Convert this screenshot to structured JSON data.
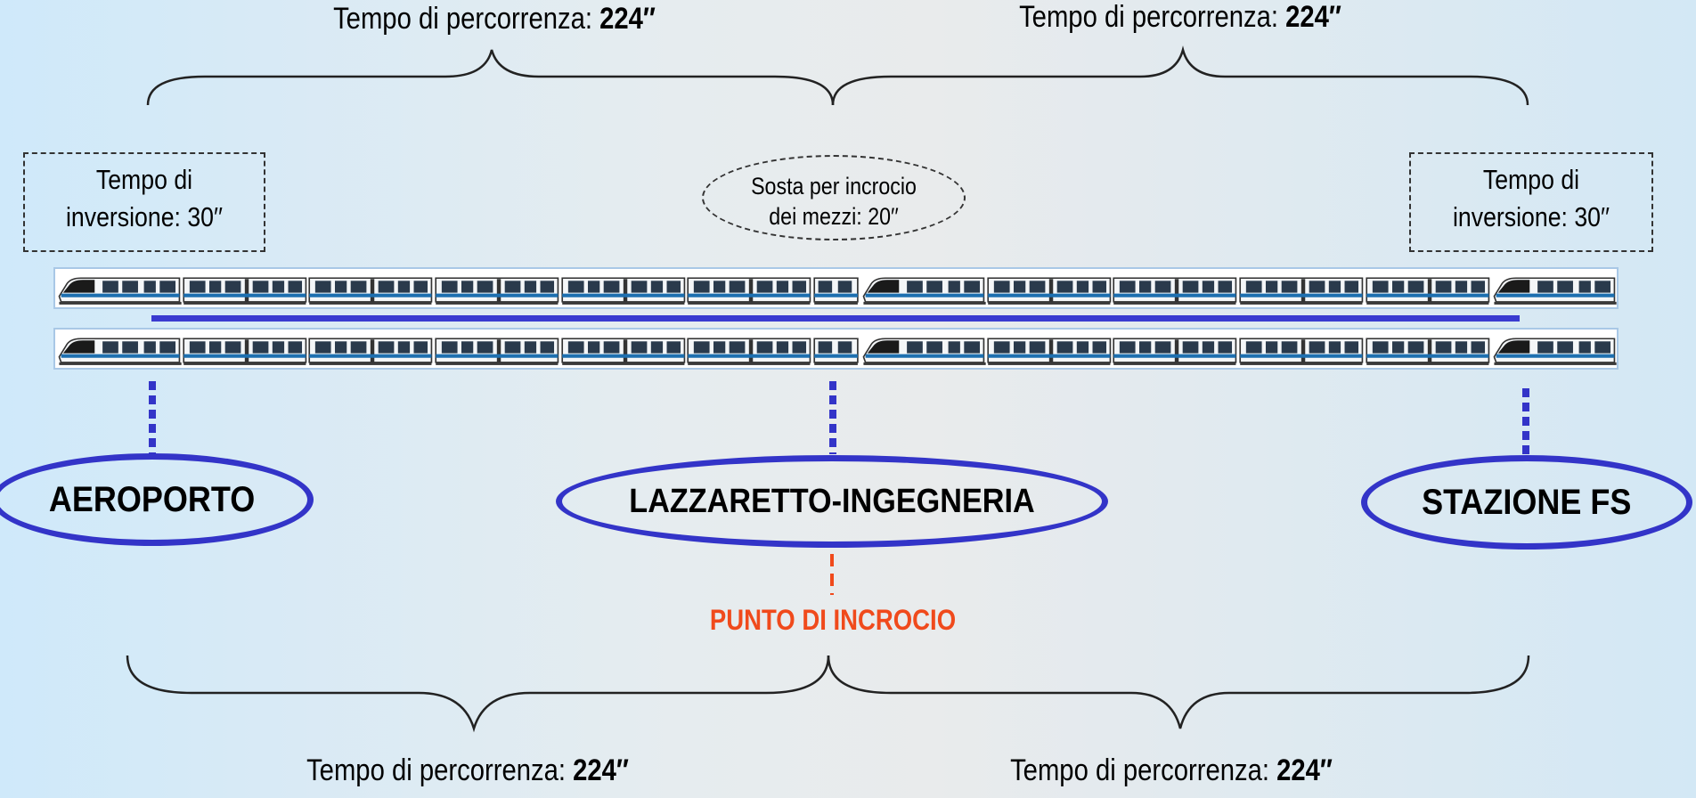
{
  "travel_time_labels": {
    "top_left": {
      "prefix": "Tempo di percorrenza: ",
      "value": "224′′"
    },
    "top_right": {
      "prefix": "Tempo di percorrenza: ",
      "value": "224′′"
    },
    "bottom_left": {
      "prefix": "Tempo di percorrenza: ",
      "value": "224′′"
    },
    "bottom_right": {
      "prefix": "Tempo di percorrenza: ",
      "value": "224′′"
    }
  },
  "inversion_left": {
    "line1": "Tempo di",
    "line2": "inversione: 30′′"
  },
  "inversion_right": {
    "line1": "Tempo di",
    "line2": "inversione: 30′′"
  },
  "crossing_stop": {
    "line1": "Sosta per incrocio",
    "line2": "dei mezzi: 20′′"
  },
  "stations": {
    "left": "AEROPORTO",
    "center": "LAZZARETTO-INGEGNERIA",
    "right": "STAZIONE FS"
  },
  "crossing_point": "PUNTO DI INCROCIO",
  "colors": {
    "station_ring": "#3334c8",
    "track_line": "#3a3bd0",
    "crossing_point": "#f04a1c",
    "train_body": "#1d6fb0"
  }
}
